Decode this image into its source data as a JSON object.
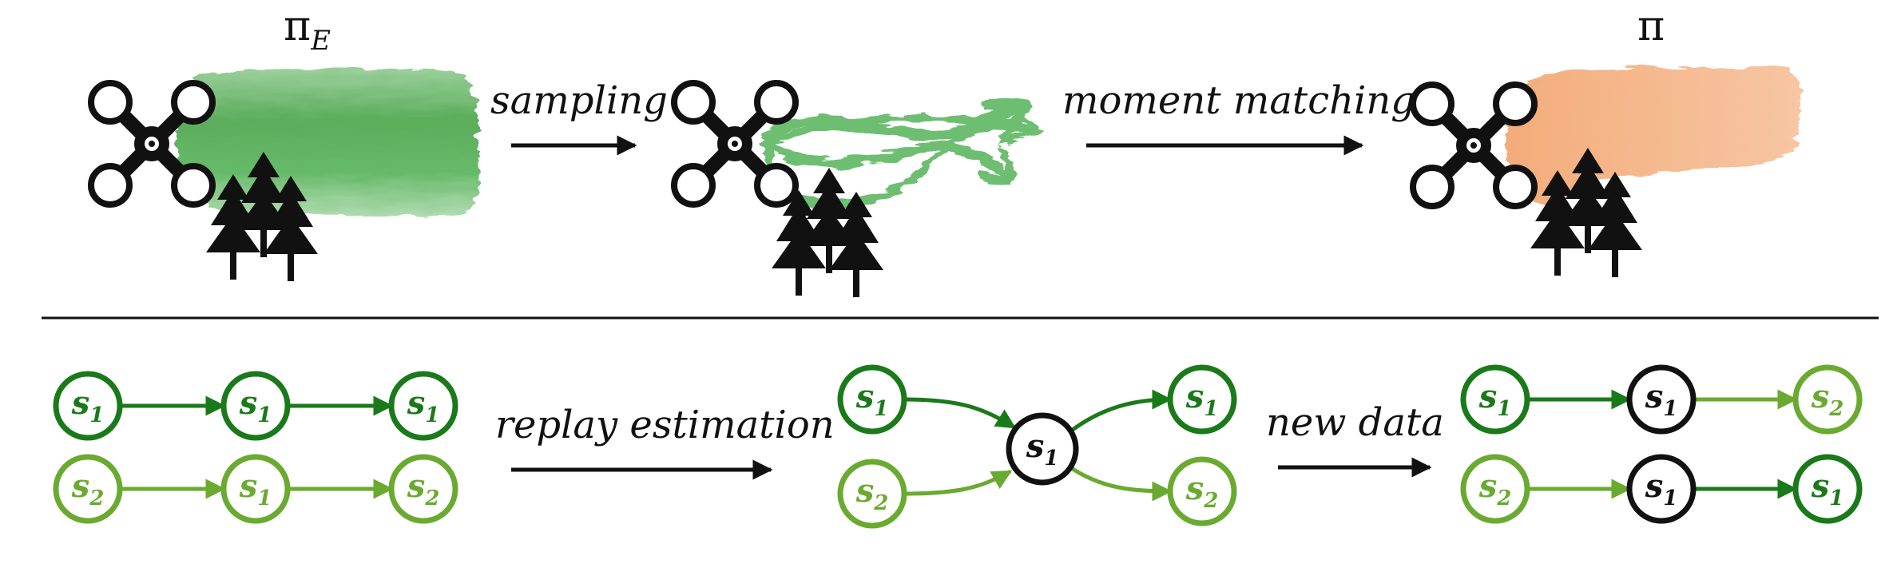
{
  "top": {
    "expert_policy_symbol": "π",
    "expert_policy_subscript": "E",
    "sampling_label": "sampling",
    "moment_label": "moment matching",
    "learner_policy_symbol": "π"
  },
  "bottom": {
    "replay_label": "replay estimation",
    "new_data_label": "new data",
    "state_letter": "s",
    "sub_1": "1",
    "sub_2": "2"
  },
  "colors": {
    "dark_green": "#1a7a1a",
    "light_green": "#6aaa30",
    "black": "#111111",
    "green_wash": "#4caf50",
    "orange_wash": "#f4b183"
  }
}
